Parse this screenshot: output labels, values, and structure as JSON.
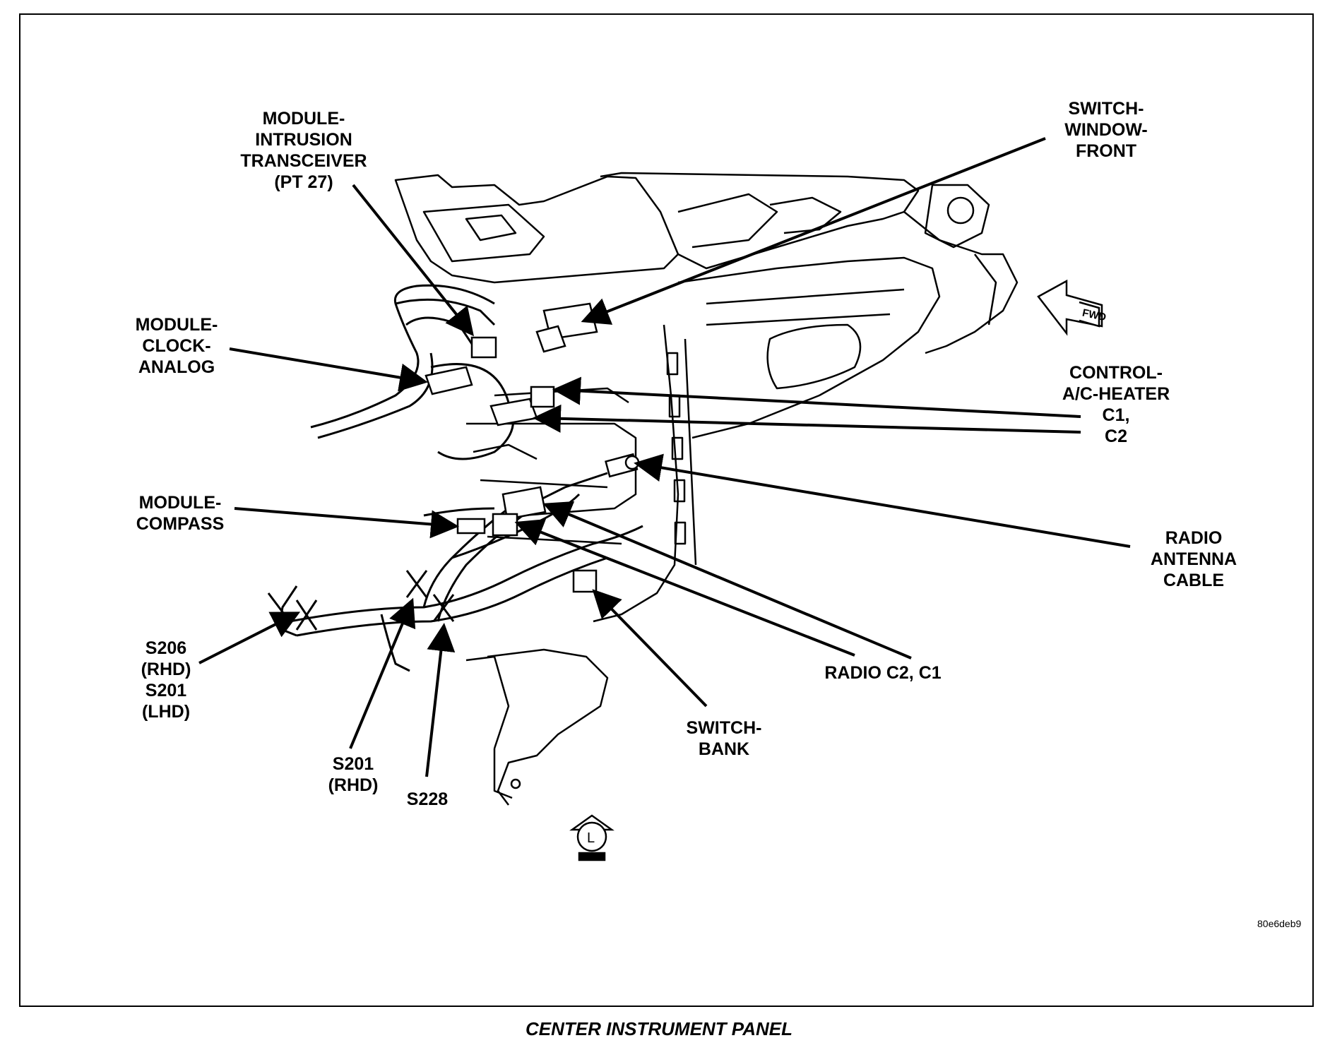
{
  "caption": "CENTER INSTRUMENT PANEL",
  "figure_id": "80e6deb9",
  "fwd_label": "FWD",
  "view_icon_letter": "L",
  "labels": {
    "intrusion_transceiver": "MODULE-\nINTRUSION\nTRANSCEIVER\n(PT 27)",
    "switch_window_front": "SWITCH-\nWINDOW-\nFRONT",
    "clock_analog": "MODULE-\nCLOCK-\nANALOG",
    "control_ac_heater": "CONTROL-\nA/C-HEATER\nC1,\nC2",
    "module_compass": "MODULE-\nCOMPASS",
    "radio_antenna_cable": "RADIO\nANTENNA\nCABLE",
    "s206_s201": "S206\n(RHD)\nS201\n(LHD)",
    "radio_c2_c1": "RADIO C2, C1",
    "switch_bank": "SWITCH-\nBANK",
    "s201_rhd": "S201\n(RHD)",
    "s228": "S228"
  },
  "colors": {
    "ink": "#000000",
    "paper": "#ffffff"
  }
}
